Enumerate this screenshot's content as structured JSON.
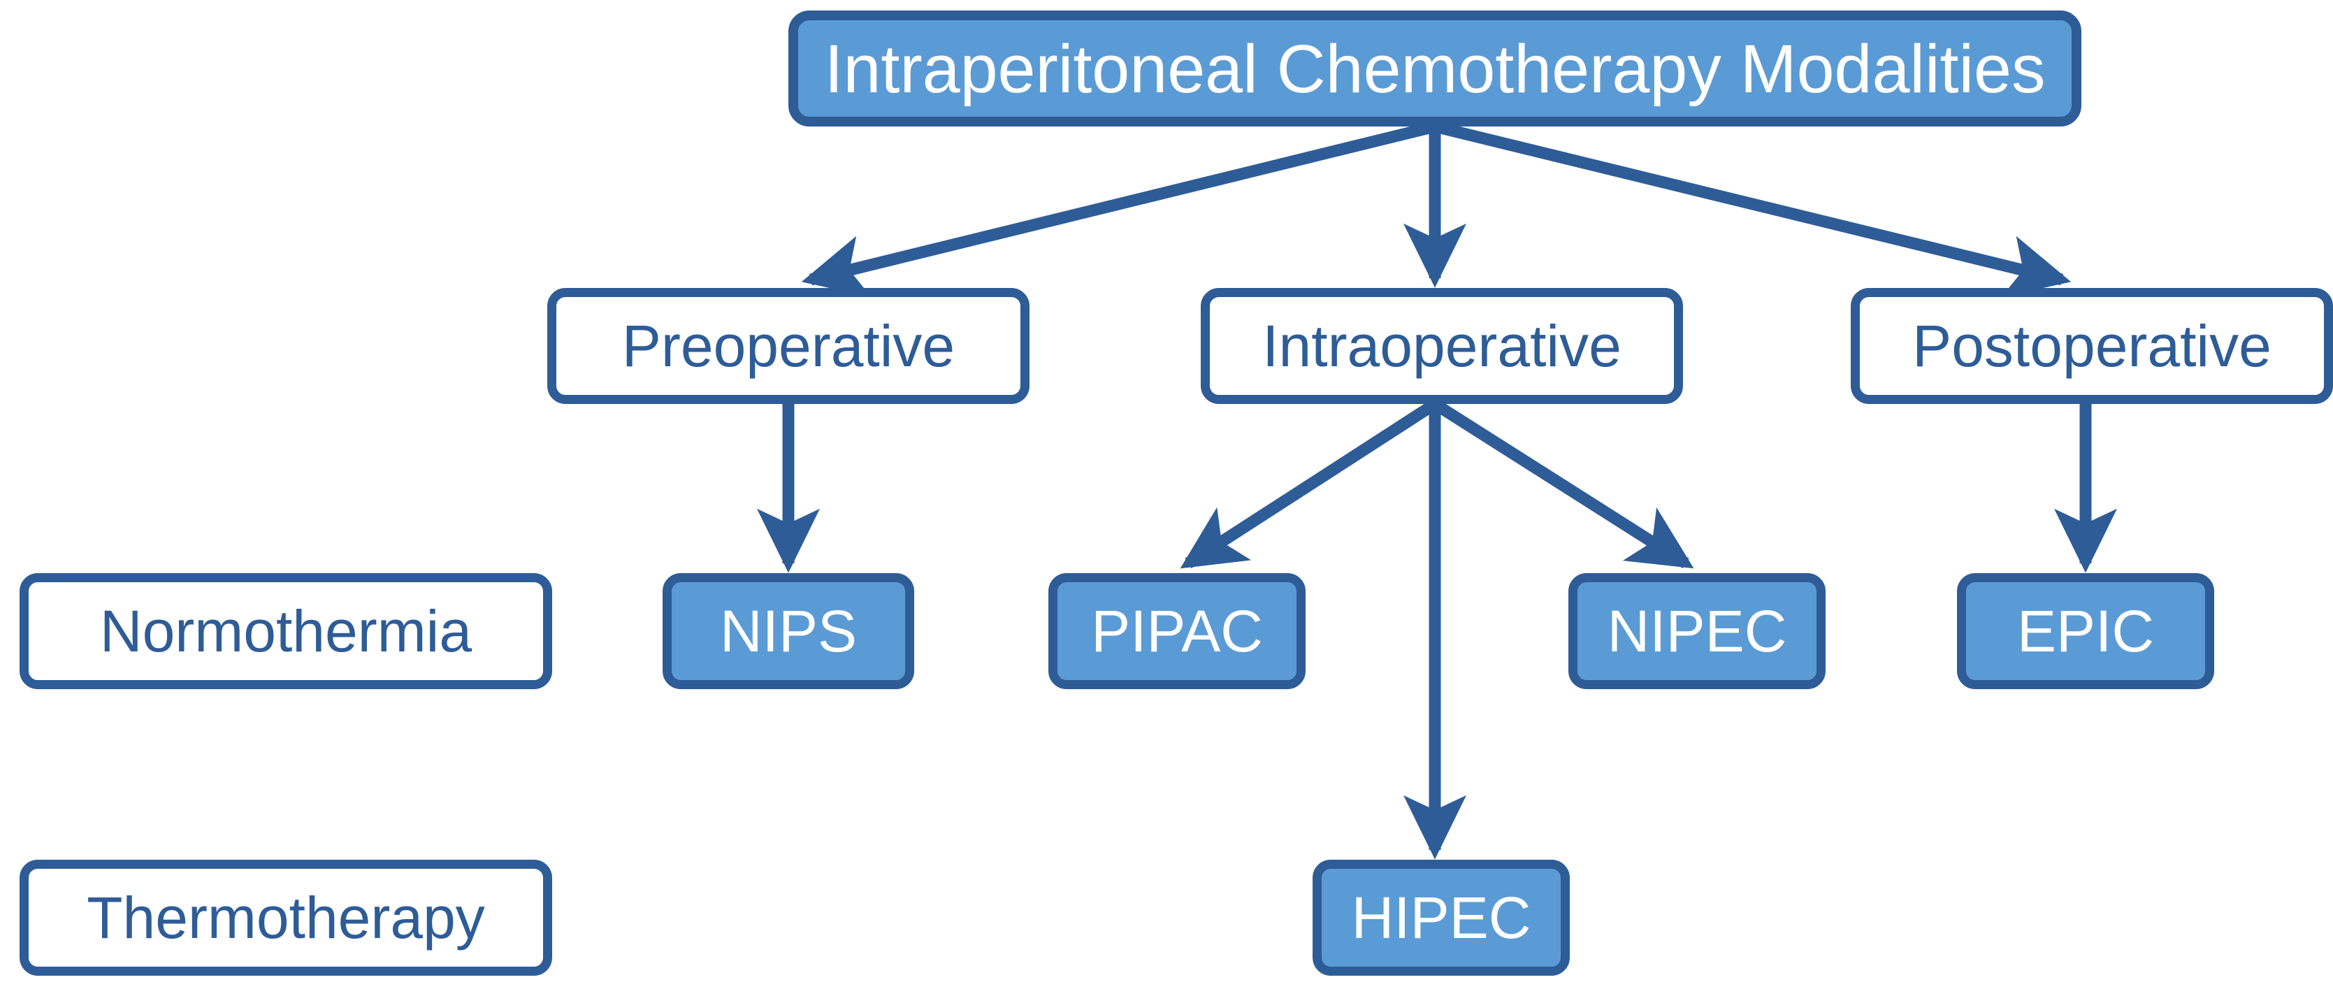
{
  "diagram": {
    "title": "Intraperitoneal Chemotherapy Modalities",
    "colors": {
      "border": "#2E5C97",
      "fill": "#5B9BD5",
      "outline_fill": "#FFFFFF",
      "outline_text": "#2E5C97",
      "filled_text": "#FFFFFF",
      "background": "#FFFFFF"
    },
    "nodes": {
      "root": {
        "label": "Intraperitoneal Chemotherapy Modalities",
        "style": "filled"
      },
      "preoperative": {
        "label": "Preoperative",
        "style": "outline"
      },
      "intraoperative": {
        "label": "Intraoperative",
        "style": "outline"
      },
      "postoperative": {
        "label": "Postoperative",
        "style": "outline"
      },
      "normothermia": {
        "label": "Normothermia",
        "style": "outline"
      },
      "thermotherapy": {
        "label": "Thermotherapy",
        "style": "outline"
      },
      "nips": {
        "label": "NIPS",
        "style": "filled"
      },
      "pipac": {
        "label": "PIPAC",
        "style": "filled"
      },
      "nipec": {
        "label": "NIPEC",
        "style": "filled"
      },
      "epic": {
        "label": "EPIC",
        "style": "filled"
      },
      "hipec": {
        "label": "HIPEC",
        "style": "filled"
      }
    },
    "edges": [
      {
        "from": "root",
        "to": "preoperative"
      },
      {
        "from": "root",
        "to": "intraoperative"
      },
      {
        "from": "root",
        "to": "postoperative"
      },
      {
        "from": "preoperative",
        "to": "nips"
      },
      {
        "from": "intraoperative",
        "to": "pipac"
      },
      {
        "from": "intraoperative",
        "to": "nipec"
      },
      {
        "from": "intraoperative",
        "to": "hipec"
      },
      {
        "from": "postoperative",
        "to": "epic"
      }
    ],
    "row_labels": [
      "Normothermia",
      "Thermotherapy"
    ]
  }
}
